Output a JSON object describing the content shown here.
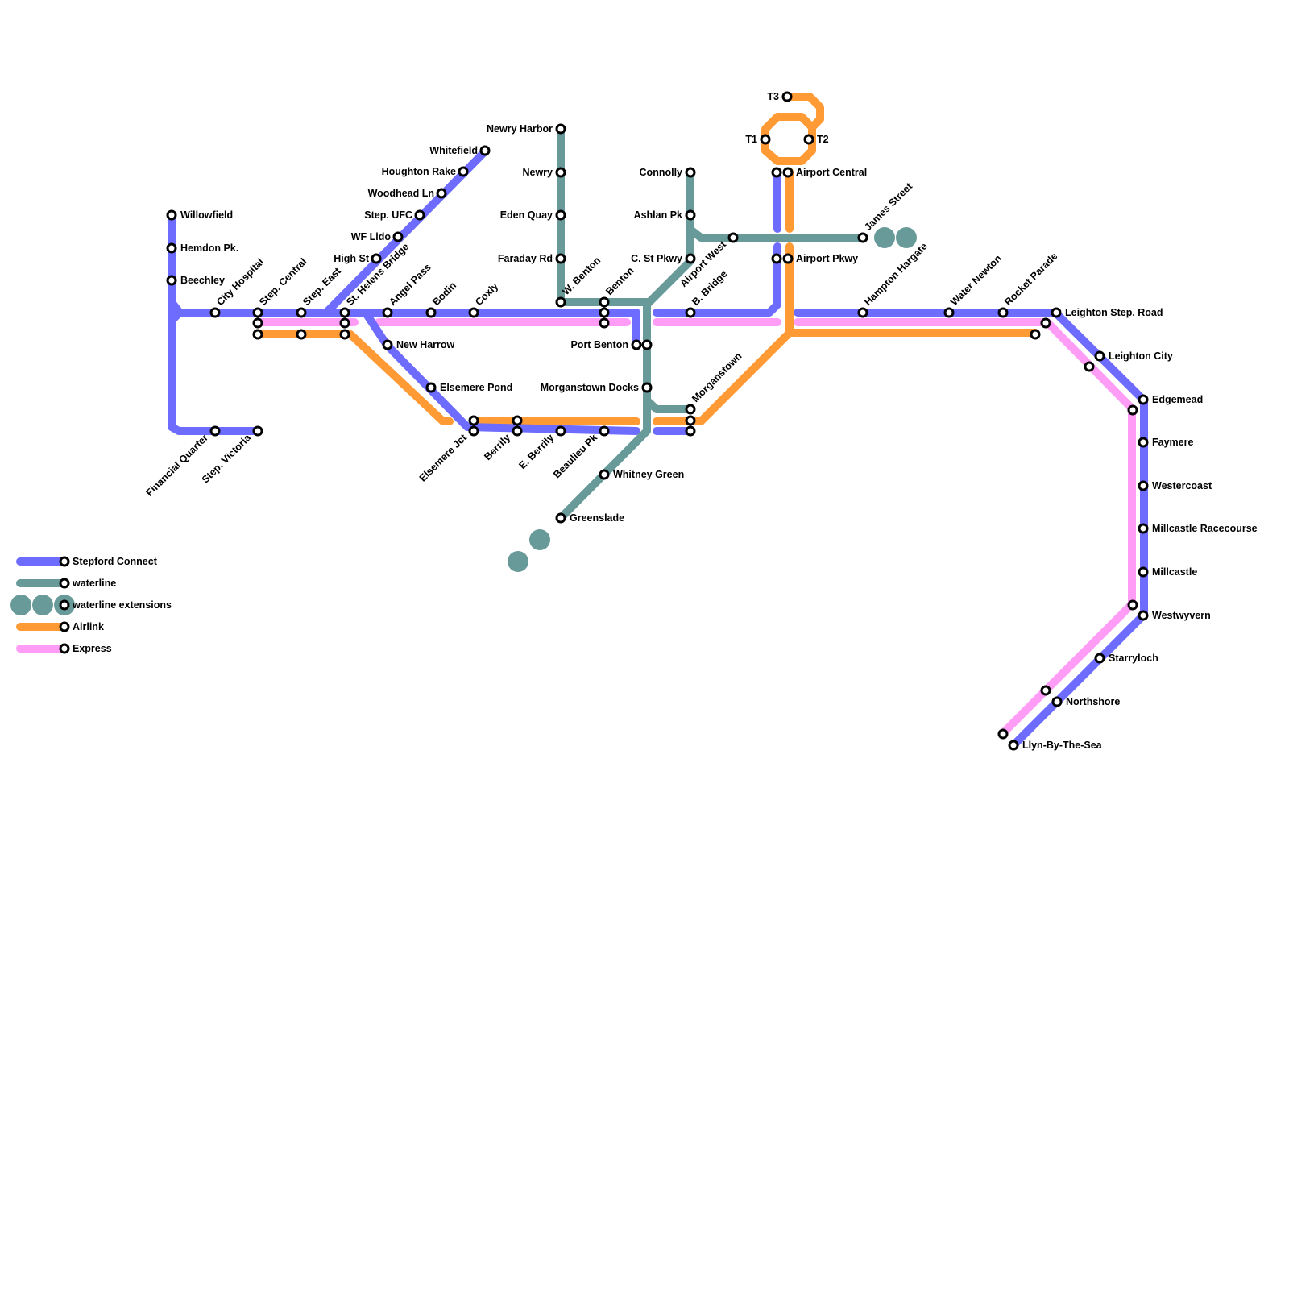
{
  "lines": [
    {
      "id": "stepford",
      "name": "Stepford Connect",
      "color": "#6e6bff"
    },
    {
      "id": "waterline",
      "name": "waterline",
      "color": "#679a99"
    },
    {
      "id": "waterline_ext",
      "name": "waterline extensions",
      "color": "#679a99"
    },
    {
      "id": "airlink",
      "name": "Airlink",
      "color": "#ff9a35"
    },
    {
      "id": "express",
      "name": "Express",
      "color": "#ff9cf6"
    }
  ],
  "stations": {
    "willowfield": "Willowfield",
    "hemdon": "Hemdon Pk.",
    "beechley": "Beechley",
    "city_hospital": "City Hospital",
    "step_central": "Step. Central",
    "step_east": "Step. East",
    "st_helens": "St. Helens Bridge",
    "angel_pass": "Angel Pass",
    "bodin": "Bodin",
    "coxly": "Coxly",
    "w_benton": "W. Benton",
    "benton": "Benton",
    "port_benton": "Port Benton",
    "b_bridge": "B. Bridge",
    "hampton_hargate": "Hampton Hargate",
    "water_newton": "Water Newton",
    "rocket_parade": "Rocket Parade",
    "leighton_step_road": "Leighton Step. Road",
    "leighton_city": "Leighton City",
    "edgemead": "Edgemead",
    "faymere": "Faymere",
    "westercoast": "Westercoast",
    "millcastle_racecourse": "Millcastle Racecourse",
    "millcastle": "Millcastle",
    "westwyvern": "Westwyvern",
    "starryloch": "Starryloch",
    "northshore": "Northshore",
    "llyn": "Llyn-By-The-Sea",
    "financial_quarter": "Financial Quarter",
    "step_victoria": "Step. Victoria",
    "high_st": "High St",
    "wf_lido": "WF Lido",
    "step_ufc": "Step. UFC",
    "woodhead": "Woodhead Ln",
    "houghton": "Houghton Rake",
    "whitefield": "Whitefield",
    "new_harrow": "New Harrow",
    "elsemere_pond": "Elsemere Pond",
    "elsemere_jct": "Elsemere Jct",
    "berrily": "Berrily",
    "e_berrily": "E. Berrily",
    "beaulieu": "Beaulieu Pk",
    "whitney_green": "Whitney Green",
    "greenslade": "Greenslade",
    "morganstown_docks": "Morganstown Docks",
    "morganstown": "Morganstown",
    "newry_harbor": "Newry Harbor",
    "newry": "Newry",
    "eden_quay": "Eden Quay",
    "faraday": "Faraday Rd",
    "connolly": "Connolly",
    "ashlan": "Ashlan Pk",
    "c_st_pkwy": "C. St Pkwy",
    "airport_west": "Airport West",
    "james_street": "James Street",
    "t1": "T1",
    "t2": "T2",
    "t3": "T3",
    "airport_central": "Airport Central",
    "airport_pkwy": "Airport Pkwy"
  }
}
